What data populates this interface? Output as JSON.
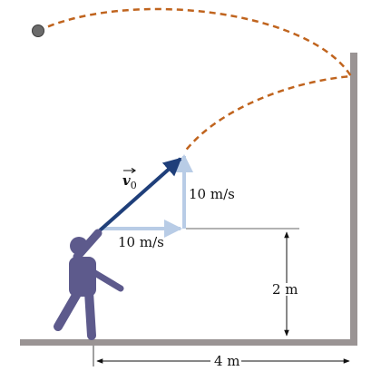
{
  "labels": {
    "vector_name": "v",
    "vector_subscript": "0",
    "vertical_speed": "10 m/s",
    "horizontal_speed": "10 m/s",
    "height": "2 m",
    "distance": "4 m"
  },
  "colors": {
    "velocity_vector": "#1f3f7a",
    "component_arrows": "#b8cce6",
    "trajectory": "#c0641e",
    "ground_and_wall": "#9a9494",
    "person": "#5d5a8c",
    "ball": "#6b6b6b"
  }
}
